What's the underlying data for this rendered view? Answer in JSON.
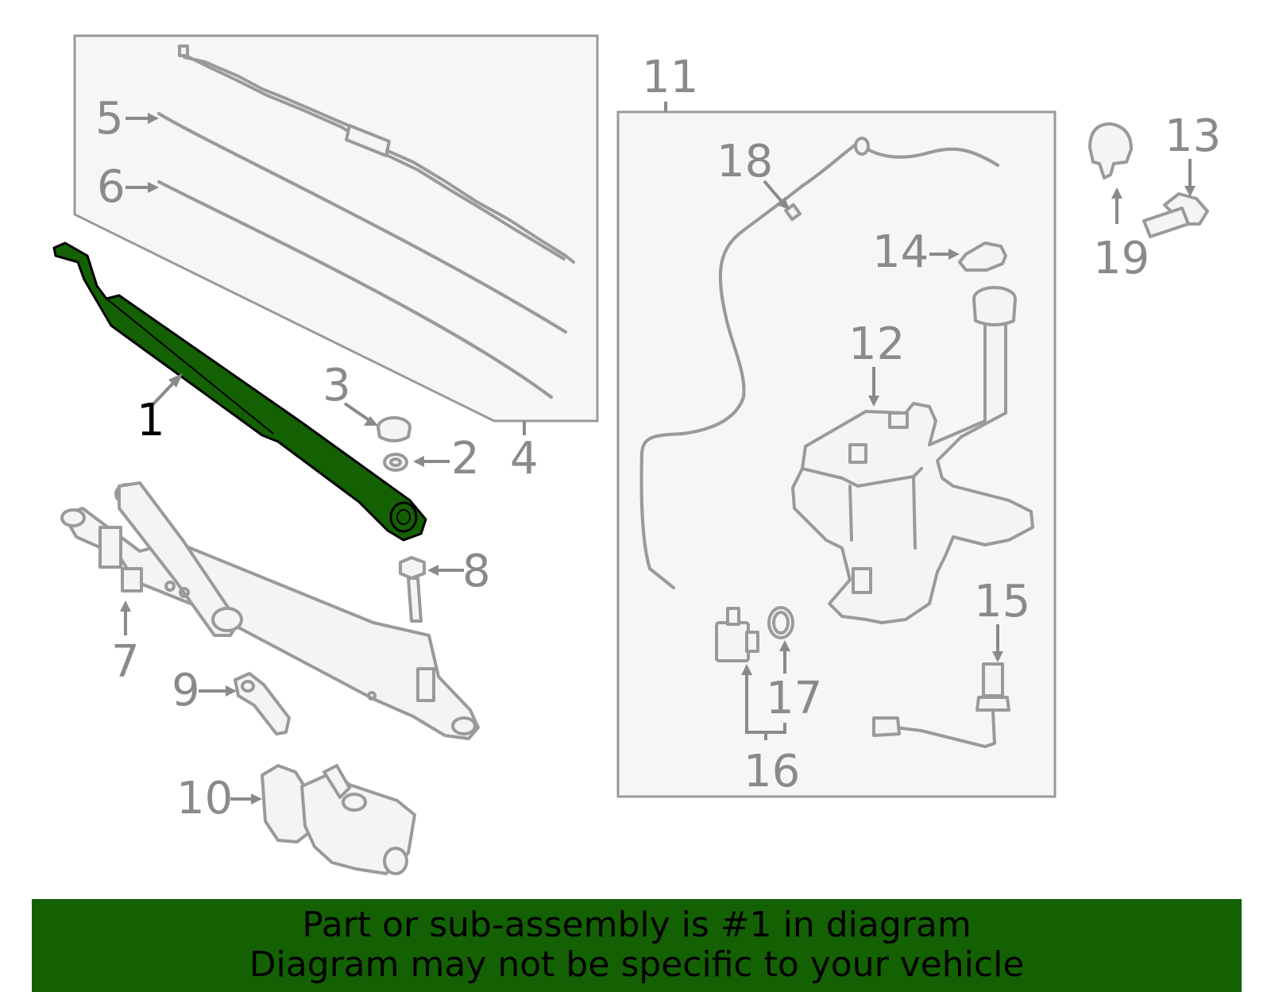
{
  "callouts": [
    "1",
    "2",
    "3",
    "4",
    "5",
    "6",
    "7",
    "8",
    "9",
    "10",
    "11",
    "12",
    "13",
    "14",
    "15",
    "16",
    "17",
    "18",
    "19"
  ],
  "highlighted_part": "1",
  "colors": {
    "highlight": "#146104",
    "outline": "#9a9a9a",
    "panel": "#f6f6f6",
    "label": "#8a8a8a"
  },
  "banner": {
    "line1": "Part or sub-assembly is #1 in diagram",
    "line2": "Diagram may not be specific to your vehicle"
  }
}
